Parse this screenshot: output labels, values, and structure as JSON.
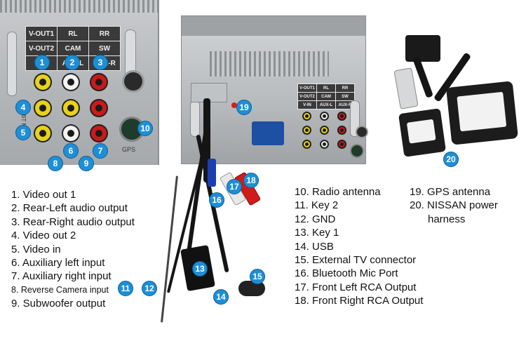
{
  "left_panel": {
    "table": [
      [
        "V-OUT1",
        "RL",
        "RR"
      ],
      [
        "V-OUT2",
        "CAM",
        "SW"
      ],
      [
        "V-IN",
        "AUX-L",
        "AUX-R"
      ]
    ],
    "side_label": "BT MIC",
    "side_label2": "GPS"
  },
  "middle_panel": {
    "table": [
      [
        "V-OUT1",
        "RL",
        "RR"
      ],
      [
        "V-OUT2",
        "CAM",
        "SW"
      ],
      [
        "V-IN",
        "AUX-L",
        "AUX-R"
      ]
    ]
  },
  "callouts": [
    "1",
    "2",
    "3",
    "4",
    "5",
    "6",
    "7",
    "8",
    "9",
    "10",
    "11",
    "12",
    "13",
    "14",
    "15",
    "16",
    "17",
    "18",
    "19",
    "20"
  ],
  "legend_left": [
    "1. Video out 1",
    "2. Rear-Left audio output",
    "3. Rear-Right audio output",
    "4. Video out 2",
    "5. Video in",
    "6. Auxiliary left input",
    "7. Auxiliary right input",
    "8. Reverse Camera input",
    "9. Subwoofer output"
  ],
  "legend_mid": [
    "10. Radio antenna",
    "11. Key 2",
    "12. GND",
    "13. Key 1",
    "14. USB",
    "15. External TV connector",
    "16. Bluetooth Mic Port",
    "17. Front Left RCA Output",
    "18. Front Right RCA Output"
  ],
  "legend_right": [
    "19. GPS antenna",
    "20. NISSAN power",
    "harness"
  ],
  "colors": {
    "callout": "#1e8fd6",
    "yellow": "#e8d21a",
    "white": "#f2f2f2",
    "red": "#c91a1a"
  }
}
